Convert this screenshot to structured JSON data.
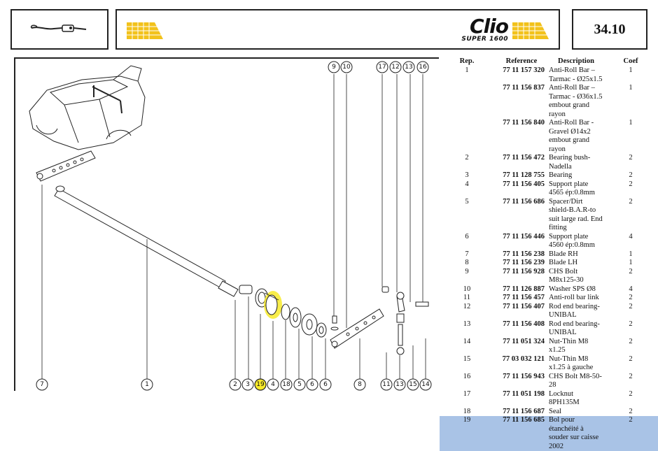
{
  "header": {
    "page_number": "34.10",
    "logo_title": "Clio",
    "logo_subtitle": "SUPER 1600"
  },
  "table": {
    "columns": [
      "Rep.",
      "Reference",
      "Description",
      "Coef"
    ],
    "rows": [
      {
        "rep": "1",
        "ref": "77 11 157 320",
        "desc": "Anti-Roll Bar – Tarmac - Ø25x1.5",
        "coef": "1"
      },
      {
        "rep": "",
        "ref": "77 11 156 837",
        "desc": "Anti-Roll Bar – Tarmac - Ø36x1.5 embout grand rayon",
        "coef": "1"
      },
      {
        "rep": "",
        "ref": "77 11 156 840",
        "desc": "Anti-Roll Bar - Gravel Ø14x2 embout grand rayon",
        "coef": "1"
      },
      {
        "rep": "2",
        "ref": "77 11 156 472",
        "desc": "Bearing bush-Nadella",
        "coef": "2"
      },
      {
        "rep": "3",
        "ref": "77 11 128 755",
        "desc": "Bearing",
        "coef": "2"
      },
      {
        "rep": "4",
        "ref": "77 11 156 405",
        "desc": "Support plate 4565 ép:0.8mm",
        "coef": "2"
      },
      {
        "rep": "5",
        "ref": "77 11 156 686",
        "desc": "Spacer/Dirt shield-B.A.R-to suit large rad. End fitting",
        "coef": "2"
      },
      {
        "rep": "6",
        "ref": "77 11 156 446",
        "desc": "Support plate 4560 ép:0.8mm",
        "coef": "4"
      },
      {
        "rep": "7",
        "ref": "77 11 156 238",
        "desc": "Blade RH",
        "coef": "1"
      },
      {
        "rep": "8",
        "ref": "77 11 156 239",
        "desc": "Blade LH",
        "coef": "1"
      },
      {
        "rep": "9",
        "ref": "77 11 156 928",
        "desc": "CHS Bolt M8x125-30",
        "coef": "2"
      },
      {
        "rep": "10",
        "ref": "77 11 126 887",
        "desc": "Washer SPS Ø8",
        "coef": "4"
      },
      {
        "rep": "11",
        "ref": "77 11 156 457",
        "desc": "Anti-roll bar link",
        "coef": "2"
      },
      {
        "rep": "12",
        "ref": "77 11 156 407",
        "desc": "Rod end bearing-UNIBAL",
        "coef": "2"
      },
      {
        "rep": "13",
        "ref": "77 11 156 408",
        "desc": "Rod end bearing-UNIBAL",
        "coef": "2"
      },
      {
        "rep": "14",
        "ref": "77 11 051 324",
        "desc": "Nut-Thin M8 x1.25",
        "coef": "2"
      },
      {
        "rep": "15",
        "ref": "77 03 032 121",
        "desc": "Nut-Thin M8 x1.25 à gauche",
        "coef": "2"
      },
      {
        "rep": "16",
        "ref": "77 11 156 943",
        "desc": "CHS Bolt M8-50-28",
        "coef": "2"
      },
      {
        "rep": "17",
        "ref": "77 11 051 198",
        "desc": "Locknut 8PH135M",
        "coef": "2"
      },
      {
        "rep": "18",
        "ref": "77 11 156 687",
        "desc": "Seal",
        "coef": "2"
      },
      {
        "rep": "19",
        "ref": "77 11 156 685",
        "desc": "Bol pour étanchéité à souder sur caisse 2002",
        "coef": "2",
        "highlighted": true
      }
    ]
  },
  "diagram": {
    "callouts_top": [
      "9",
      "10",
      "17",
      "12",
      "13",
      "16"
    ],
    "callouts_bottom": [
      "7",
      "1",
      "2",
      "3",
      "19",
      "4",
      "18",
      "5",
      "6",
      "6",
      "8",
      "11",
      "13",
      "15",
      "14"
    ],
    "highlighted_callout": "19",
    "highlight_color": "#f7ea2a",
    "table_highlight_color": "#a9c3e6",
    "logo_color": "#f2c21b"
  }
}
